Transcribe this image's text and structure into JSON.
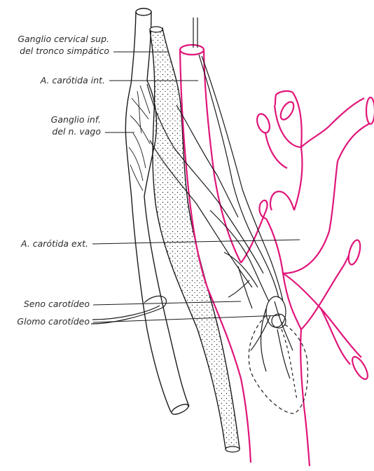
{
  "labels": {
    "ganglio_cervical": {
      "line1": "Ganglio cervical sup.",
      "line2": "del tronco simpático"
    },
    "carotida_int": {
      "line1": "A. carótida int."
    },
    "ganglio_inf": {
      "line1": "Ganglio inf.",
      "line2": "del n. vago"
    },
    "carotida_ext": {
      "line1": "A. carótida ext."
    },
    "seno": {
      "line1": "Seno carotídeo"
    },
    "glomo": {
      "line1": "Glomo carotídeo"
    }
  },
  "colors": {
    "artery": "#e0157a",
    "ink": "#1a1a1a"
  }
}
